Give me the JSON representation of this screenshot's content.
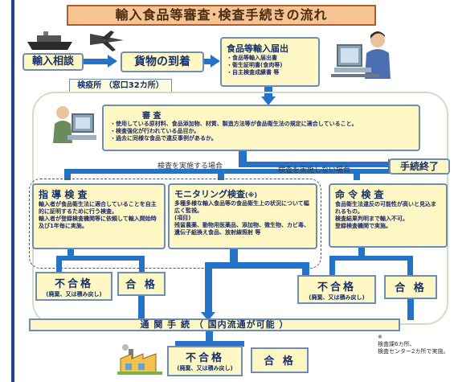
{
  "title": "輸入食品等審査･検査手続きの流れ",
  "top": {
    "consult": "輸入相談",
    "arrival": "貨物の到着",
    "notification_title": "食品等輸入届出",
    "notification_items": [
      "・食品等輸入届出書",
      "・衛生証明書(食肉等)",
      "・自主検査成績書 等"
    ]
  },
  "quarantine": "検疫所 （窓口32カ所）",
  "review": {
    "title": "審 査",
    "items": [
      "・使用している原材料、食品添加物、材質、製造方法等が食品衛生法の規定に適合していること。",
      "・検査強化が行われている品目か。",
      "・過去に同様な食品で違反事例があるか。"
    ]
  },
  "branch": {
    "inspect": "検査を実施する場合",
    "no_inspect": "検査を実施しない場合",
    "done": "手続終了"
  },
  "boxes": {
    "guidance": {
      "title": "指 導 検 査",
      "body": "輸入者が食品衛生法に適合していることを自主的に証明するために行う検査。\n輸入者が登録検査機関等に依頼して輸入開始時及び1年毎に実施。"
    },
    "monitoring": {
      "title": "モニタリング検査",
      "mark": "(※)",
      "body": "多種多様な輸入食品等の食品衛生上の状況について幅広く監視。\n(項目)\n残留農薬、動物用医薬品、添加物、微生物、カビ毒、遺伝子組換え食品、放射線照射 等"
    },
    "order": {
      "title": "命 令 検 査",
      "body": "食品衛生法違反の可能性が高いと見込まれるもの。\n検査結果判明まで輸入不可。\n登録検査機関で実施。"
    }
  },
  "results": {
    "fail": "不合格",
    "fail_note": "(廃棄、又は積み戻し)",
    "pass": "合 格"
  },
  "customs": "通 関 手 続 （ 国内流通が可能 ）",
  "footnote": {
    "mark": "※",
    "text": "検査課6カ所、\n検査センター2カ所で実施。"
  },
  "colors": {
    "flow": "#2573c9",
    "box_fill": "#fff8c4",
    "title_fill": "#f6c393"
  }
}
